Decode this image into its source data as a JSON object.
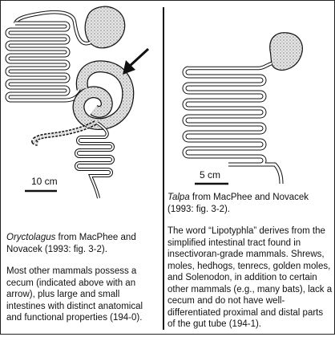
{
  "left": {
    "scale_label": "10 cm",
    "caption_taxon": "Oryctolagus",
    "caption_source": " from MacPhee and Novacek (1993: fig. 3-2).",
    "body": "Most other mammals possess a cecum (indicated above with an arrow), plus large and small intestines with distinct anatomical and functional properties (194-0).",
    "icon": "arrow-icon"
  },
  "right": {
    "scale_label": "5 cm",
    "caption_taxon": "Talpa",
    "caption_source": " from MacPhee and Novacek (1993: fig. 3-2).",
    "body": "The word “Lipotyphla” derives from the simplified intestinal tract found in insectivoran-grade mammals. Shrews, moles, hedhogs, tenrecs, golden moles, and Solenodon, in addition to certain other mammals (e.g., many bats), lack a cecum and do not have well-differentiated proximal and distal parts of the gut tube (194-1)."
  },
  "colors": {
    "ink": "#111111",
    "stipple": "#cfcfcf"
  }
}
